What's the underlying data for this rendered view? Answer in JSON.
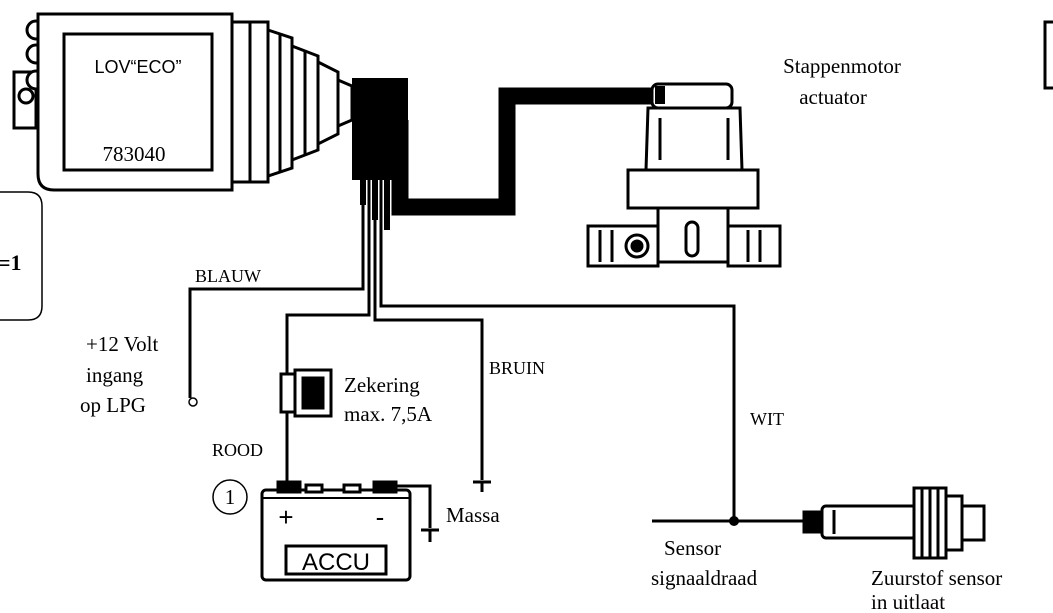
{
  "ecu": {
    "name": "LOV“ECO”",
    "code": "783040"
  },
  "side_box_text": "=1",
  "actuator": {
    "line1": "Stappenmotor",
    "line2": "actuator"
  },
  "wires": {
    "blue": "BLAUW",
    "brown": "BRUIN",
    "white": "WIT",
    "red": "ROOD"
  },
  "input_12v": {
    "line1": "+12 Volt",
    "line2": "ingang",
    "line3": "op LPG"
  },
  "fuse": {
    "line1": "Zekering",
    "line2": "max. 7,5A"
  },
  "battery": {
    "number": "1",
    "plus": "+",
    "minus": "-",
    "label": "ACCU"
  },
  "ground": "Massa",
  "sensor_wire": {
    "line1": "Sensor",
    "line2": "signaaldraad"
  },
  "oxygen_sensor": {
    "line1": "Zuurstof sensor",
    "line2": "in uitlaat"
  }
}
